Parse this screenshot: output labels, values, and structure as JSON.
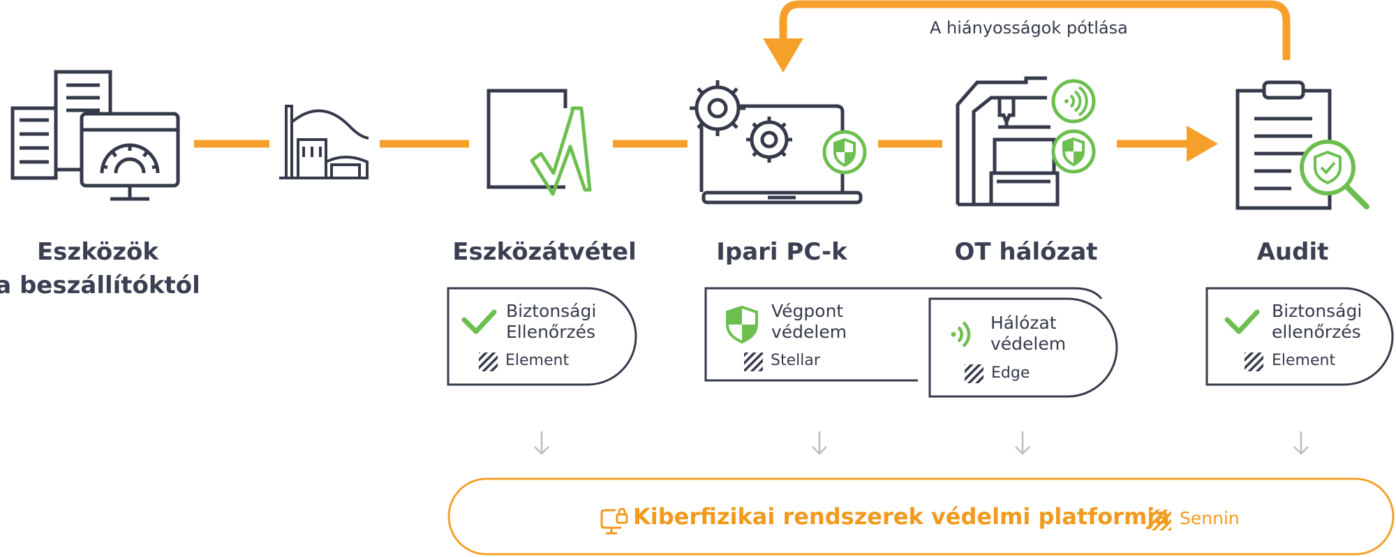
{
  "feedback_label": "A hiányosságok pótlása",
  "stages": {
    "suppliers": "Eszközök\na beszállítóktól",
    "intake": "Eszközátvétel",
    "pcs": "Ipari PC-k",
    "ot": "OT hálózat",
    "audit": "Audit"
  },
  "cards": {
    "intake": {
      "label": "Biztonsági\nEllenőrzés",
      "product": "Element",
      "icon": "checkmark-icon"
    },
    "endpoint": {
      "label": "Végpont\nvédelem",
      "product": "Stellar",
      "icon": "shield-icon"
    },
    "network": {
      "label": "Hálózat\nvédelem",
      "product": "Edge",
      "icon": "wifi-signal-icon"
    },
    "audit": {
      "label": "Biztonsági\nellenőrzés",
      "product": "Element",
      "icon": "checkmark-icon"
    }
  },
  "platform": {
    "title": "Kiberfizikai rendszerek védelmi platformja",
    "product": "Sennin",
    "icon": "monitor-lock-icon"
  },
  "colors": {
    "accent": "#f5a02a",
    "green": "#6cbf4f",
    "dark": "#353a4a",
    "arrow_gray": "#b8bcc4"
  }
}
